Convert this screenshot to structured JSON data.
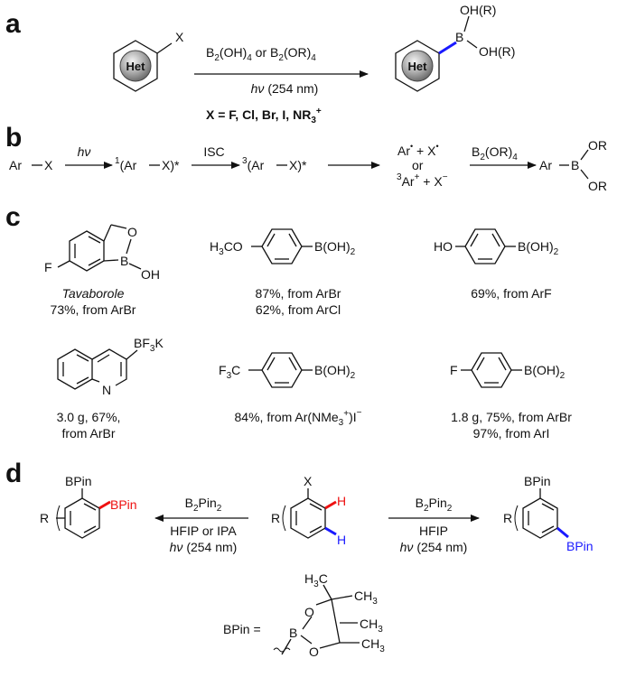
{
  "panels": [
    "a",
    "b",
    "c",
    "d"
  ],
  "colors": {
    "blue": "#1a1aff",
    "red": "#ee1111",
    "ink": "#111111"
  },
  "a": {
    "het": "Het",
    "x": "X",
    "oh_top": "OH(R)",
    "oh_right": "OH(R)",
    "b": "B",
    "reagent_1": "B",
    "reagent_1_sub": "2",
    "reagent_2": "(OH)",
    "reagent_2_sub": "4",
    "reagent_3": " or B",
    "reagent_3_sub": "2",
    "reagent_4": "(OR)",
    "reagent_4_sub": "4",
    "hv": "hν",
    "wavelength": "(254 nm)",
    "x_def": "X = F, Cl, Br, I, NR",
    "x_def_sub": "3",
    "x_def_sup": "+"
  },
  "b": {
    "s1": "Ar",
    "s1b": "X",
    "hv": "hν",
    "s2_sup": "1",
    "s2": "(Ar",
    "s2b": "X)*",
    "isc": "ISC",
    "s3_sup": "3",
    "s3": "(Ar",
    "s3b": "X)*",
    "r1": "Ar",
    "r1_dot": "•",
    "r1_plus": " + X",
    "r1_dot2": "•",
    "or": "or",
    "r2_sup": "3",
    "r2": "Ar",
    "r2_sup2": "+",
    "r2_plus": " + X",
    "r2_sup3": "−",
    "reagent": "B",
    "reagent_sub": "2",
    "reagent_b": "(OR)",
    "reagent_sub2": "4",
    "p_ar": "Ar",
    "p_b": "B",
    "p_or1": "OR",
    "p_or2": "OR"
  },
  "c": {
    "tav_f": "F",
    "tav_o": "O",
    "tav_b": "B",
    "tav_oh": "OH",
    "tav_name": "Tavaborole",
    "tav_yield": "73%, from ArBr",
    "c2_left": "H",
    "c2_left_sub": "3",
    "c2_left2": "CO",
    "c2_right": "B(OH)",
    "c2_right_sub": "2",
    "c2_y1": "87%, from ArBr",
    "c2_y2": "62%, from ArCl",
    "c3_left": "HO",
    "c3_right": "B(OH)",
    "c3_right_sub": "2",
    "c3_y1": "69%, from ArF",
    "c4_sub1": "BF",
    "c4_sub1_s": "3",
    "c4_sub2": "K",
    "c4_n": "N",
    "c4_y1": "3.0 g, 67%,",
    "c4_y2": "from ArBr",
    "c5_left": "F",
    "c5_left_sub": "3",
    "c5_left2": "C",
    "c5_right": "B(OH)",
    "c5_right_sub": "2",
    "c5_y1a": "84%, from Ar(NMe",
    "c5_y1_sub": "3",
    "c5_y1_sup": "+",
    "c5_y1b": ")I",
    "c5_y1_sup2": "−",
    "c6_left": "F",
    "c6_right": "B(OH)",
    "c6_right_sub": "2",
    "c6_y1": "1.8 g, 75%, from ArBr",
    "c6_y2": "97%, from ArI"
  },
  "d": {
    "l_bpin_top": "BPin",
    "l_bpin_red": "BPin",
    "l_r": "R",
    "reag_l1": "B",
    "reag_l1_sub": "2",
    "reag_l1b": "Pin",
    "reag_l1_sub2": "2",
    "reag_l2": "HFIP or IPA",
    "reag_l3": "hν",
    "reag_l3b": " (254 nm)",
    "c_x": "X",
    "c_r": "R",
    "c_h_red": "H",
    "c_h_blue": "H",
    "reag_r1": "B",
    "reag_r1_sub": "2",
    "reag_r1b": "Pin",
    "reag_r1_sub2": "2",
    "reag_r2": "HFIP",
    "reag_r3": "hν",
    "reag_r3b": " (254 nm)",
    "r_bpin_top": "BPin",
    "r_bpin_blue": "BPin",
    "r_r": "R",
    "bpin_label": "BPin  =",
    "bpin_o1": "O",
    "bpin_o2": "O",
    "bpin_b": "B",
    "bpin_h3c": "H",
    "bpin_h3c_sub": "3",
    "bpin_h3c_c": "C",
    "bpin_ch3_1": "CH",
    "bpin_ch3_1_sub": "3",
    "bpin_ch3_2": "CH",
    "bpin_ch3_2_sub": "3",
    "bpin_ch3_3": "CH",
    "bpin_ch3_3_sub": "3"
  }
}
